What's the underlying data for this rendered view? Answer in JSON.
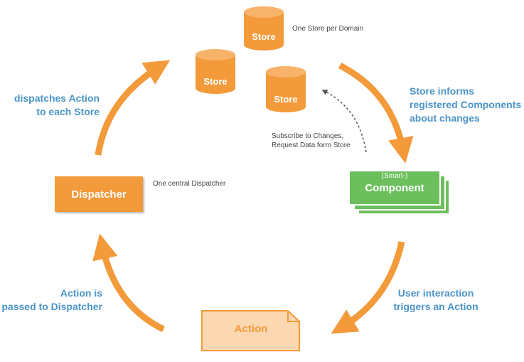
{
  "stores": {
    "top_label": "Store",
    "left_label": "Store",
    "mid_label": "Store",
    "note": "One Store per Domain"
  },
  "component": {
    "subtitle": "(Smart-)",
    "title": "Component"
  },
  "dispatcher": {
    "label": "Dispatcher",
    "note": "One central Dispatcher"
  },
  "action": {
    "label": "Action"
  },
  "annotations": {
    "store_informs": [
      "Store informs",
      "registered Components",
      "about changes"
    ],
    "user_interaction": [
      "User interaction",
      "triggers an Action"
    ],
    "action_passed": [
      "Action is",
      "passed to Dispatcher"
    ],
    "dispatches": [
      "dispatches Action",
      "to each Store"
    ],
    "subscribe": [
      "Subscribe to Changes,",
      "Request Data form Store"
    ]
  },
  "colors": {
    "orange": "#f39a3a",
    "orange_light": "#fcd8b2",
    "green": "#6cbf5c",
    "blue_text": "#4b94c8"
  }
}
